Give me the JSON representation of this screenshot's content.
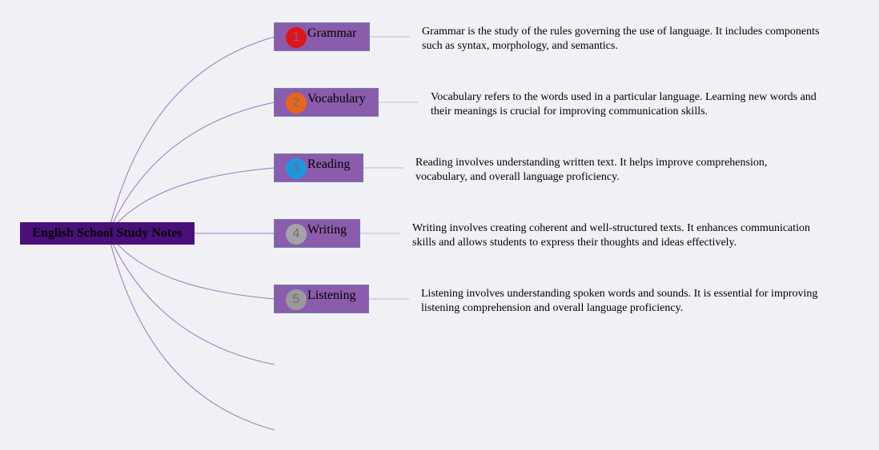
{
  "mindmap": {
    "root": {
      "label": "English School Study Notes"
    },
    "colors": {
      "background": "#f1f0f4",
      "root_fill": "#4b0f7a",
      "topic_fill": "#8a5cab",
      "connector": "#9a78c0"
    },
    "topics": [
      {
        "number": "1",
        "label": "Grammar",
        "badge_color": "#e0141a",
        "description": "Grammar is the study of the rules governing the use of language. It includes components such as syntax, morphology, and semantics."
      },
      {
        "number": "2",
        "label": "Vocabulary",
        "badge_color": "#e8661a",
        "description": "Vocabulary refers to the words used in a particular language. Learning new words and their meanings is crucial for improving communication skills."
      },
      {
        "number": "3",
        "label": "Reading",
        "badge_color": "#1f97e0",
        "description": "Reading involves understanding written text. It helps improve comprehension, vocabulary, and overall language proficiency."
      },
      {
        "number": "4",
        "label": "Writing",
        "badge_color": "#a4a4a8",
        "description": "Writing involves creating coherent and well-structured texts. It enhances communication skills and allows students to express their thoughts and ideas effectively."
      },
      {
        "number": "5",
        "label": "Listening",
        "badge_color": "#9a9a9e",
        "description": "Listening involves understanding spoken words and sounds. It is essential for improving listening comprehension and overall language proficiency."
      }
    ]
  }
}
